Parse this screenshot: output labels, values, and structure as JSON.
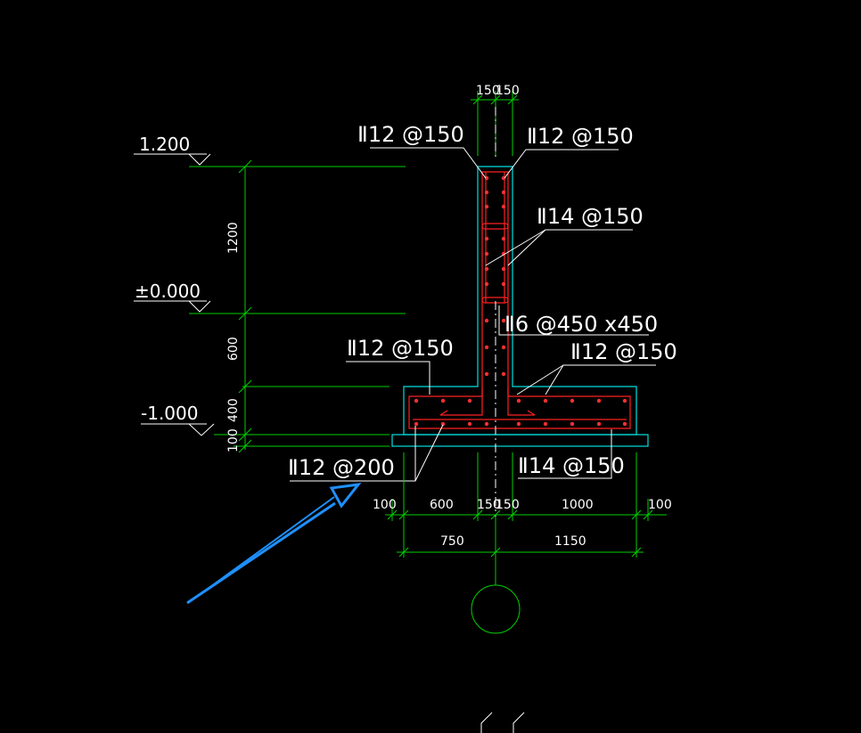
{
  "canvas": {
    "background": "#000000"
  },
  "colors": {
    "dimension": "#00d000",
    "outline": "#00e0e0",
    "rebar": "#ff2020",
    "text": "#ffffff",
    "arrow": "#1e90ff"
  },
  "levels": {
    "top": "1.200",
    "ground": "±0.000",
    "bottom": "-1.000"
  },
  "vertical_dims": {
    "wall_height": "1200",
    "buried": "600",
    "base_thick": "400",
    "cushion": "100"
  },
  "top_dims": {
    "left_half": "150",
    "right_half": "150"
  },
  "bottom_dims_row1": {
    "left_edge": "100",
    "heel": "600",
    "wall_left": "150",
    "wall_right": "150",
    "toe": "1000",
    "right_edge": "100"
  },
  "bottom_dims_row2": {
    "left_total": "750",
    "right_total": "1150"
  },
  "rebar_labels": {
    "wall_vertical_left": "Ⅱ12 @150",
    "wall_vertical_right": "Ⅱ12 @150",
    "wall_horizontal": "Ⅱ14 @150",
    "tie": "Ⅱ6 @450 x450",
    "base_top_left": "Ⅱ12 @150",
    "base_top_right": "Ⅱ12 @150",
    "base_bottom_left": "Ⅱ12 @200",
    "base_bottom_right": "Ⅱ14 @150"
  }
}
